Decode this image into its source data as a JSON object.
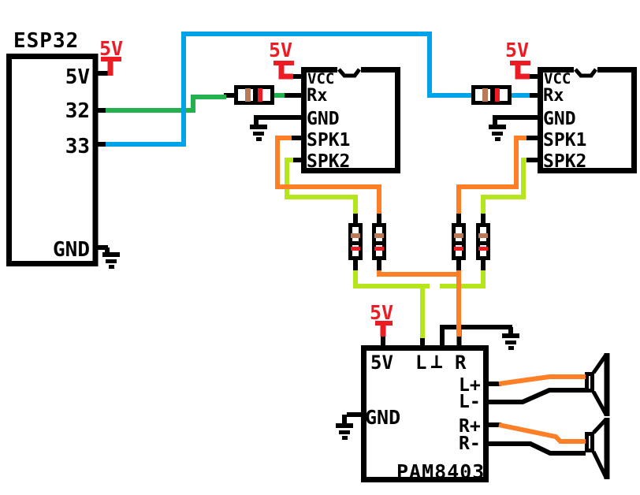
{
  "power": {
    "label": "5V"
  },
  "esp32": {
    "title": "ESP32",
    "pin_5v": "5V",
    "pin_32": "32",
    "pin_33": "33",
    "pin_gnd": "GND"
  },
  "module_left": {
    "pin_vcc": "VCC",
    "pin_rx": "Rx",
    "pin_gnd": "GND",
    "pin_spk1": "SPK1",
    "pin_spk2": "SPK2"
  },
  "module_right": {
    "pin_vcc": "VCC",
    "pin_rx": "Rx",
    "pin_gnd": "GND",
    "pin_spk1": "SPK1",
    "pin_spk2": "SPK2"
  },
  "amp": {
    "title": "PAM8403",
    "pin_5v": "5V",
    "pin_l": "L",
    "pin_gnd_top": "⊥",
    "pin_r": "R",
    "pin_gnd": "GND",
    "pin_l_plus": "L+",
    "pin_l_minus": "L-",
    "pin_r_plus": "R+",
    "pin_r_minus": "R-"
  },
  "palette": {
    "wire_green": "#22b14c",
    "wire_blue": "#00a2e8",
    "wire_orange": "#ff7f27",
    "wire_lime": "#b5e61d",
    "power_red": "#ed1c24",
    "resistor_band_brown": "#b97a57",
    "resistor_band_black": "#000000",
    "resistor_band_red": "#ed1c24",
    "ink": "#000000",
    "background": "#ffffff"
  }
}
